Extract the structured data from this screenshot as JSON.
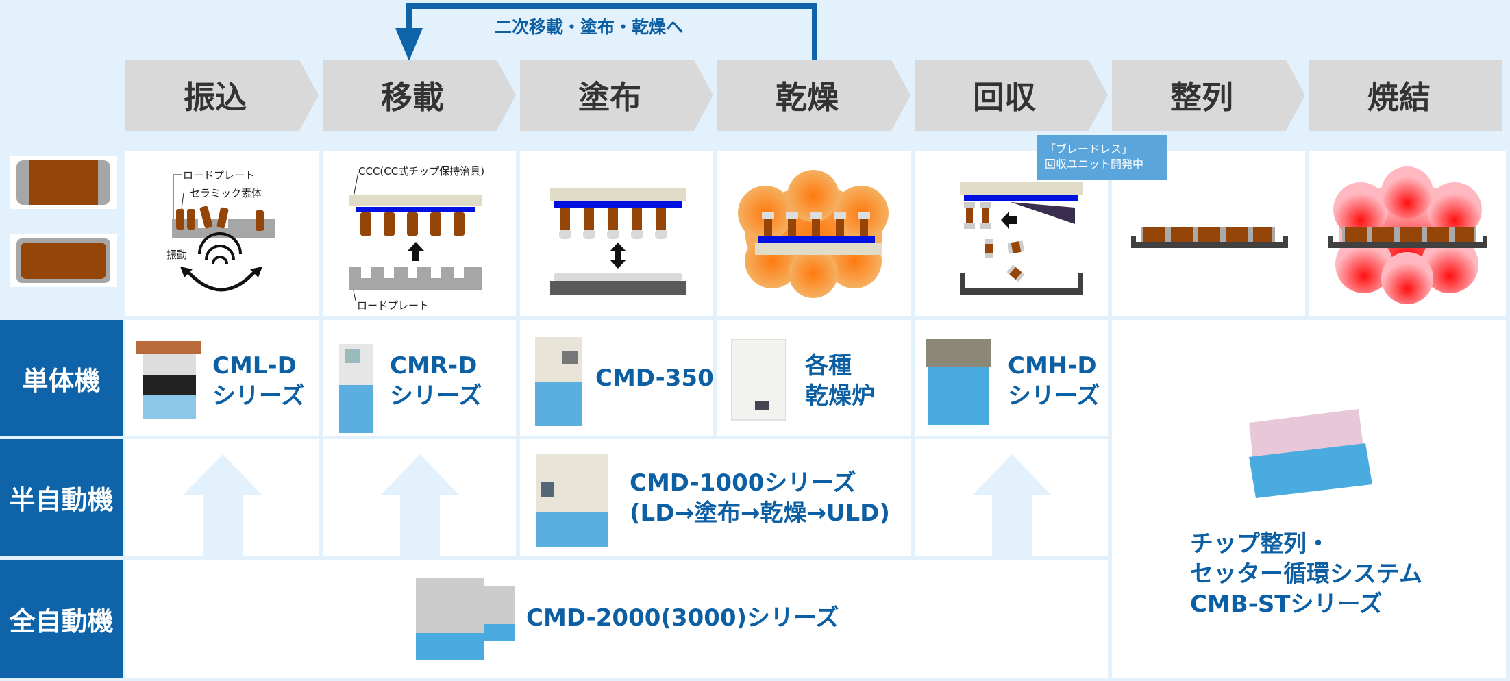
{
  "loop_label": "二次移載・塗布・乾燥へ",
  "steps": [
    "振込",
    "移載",
    "塗布",
    "乾燥",
    "回収",
    "整列",
    "焼結"
  ],
  "illustrations": {
    "furikomi": {
      "load_plate": "ロードプレート",
      "ceramic": "セラミック素体",
      "vibration": "振動"
    },
    "isai": {
      "ccc": "CCC(CC式チップ保持治具)",
      "load_plate": "ロードプレート"
    },
    "kaishu_callout": [
      "「ブレードレス」",
      "回収ユニット開発中"
    ]
  },
  "rows": [
    "単体機",
    "半自動機",
    "全自動機"
  ],
  "machines": {
    "cmld": [
      "CML-D",
      "シリーズ"
    ],
    "cmrd": [
      "CMR-D",
      "シリーズ"
    ],
    "cmd350": "CMD-350",
    "dryer": [
      "各種",
      "乾燥炉"
    ],
    "cmhd": [
      "CMH-D",
      "シリーズ"
    ],
    "cmd1000": [
      "CMD-1000シリーズ",
      "(LD→塗布→乾燥→ULD)"
    ],
    "cmd2000": "CMD-2000(3000)シリーズ",
    "cmbst": [
      "チップ整列・",
      "セッター循環システム",
      "CMB-STシリーズ"
    ]
  },
  "colors": {
    "accent": "#0f63a8",
    "text_blue": "#0d5fa3",
    "chevron": "#d9d9d9",
    "chip": "#964508",
    "bg": "#e3f1fc"
  }
}
